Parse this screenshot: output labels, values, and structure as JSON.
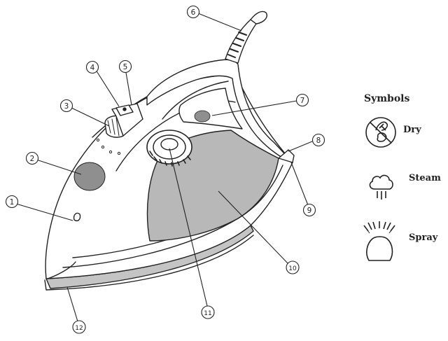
{
  "callouts": [
    {
      "id": "1",
      "label": "1"
    },
    {
      "id": "2",
      "label": "2"
    },
    {
      "id": "3",
      "label": "3"
    },
    {
      "id": "4",
      "label": "4"
    },
    {
      "id": "5",
      "label": "5"
    },
    {
      "id": "6",
      "label": "6"
    },
    {
      "id": "7",
      "label": "7"
    },
    {
      "id": "8",
      "label": "8"
    },
    {
      "id": "9",
      "label": "9"
    },
    {
      "id": "10",
      "label": "10"
    },
    {
      "id": "11",
      "label": "11"
    },
    {
      "id": "12",
      "label": "12"
    }
  ],
  "symbols": {
    "title": "Symbols",
    "dry_label": "Dry",
    "steam_label": "Steam",
    "spray_label": "Spray"
  },
  "colors": {
    "line": "#222222",
    "gray_fill": "#b5b5b5",
    "dark_gray_fill": "#8f8f8f",
    "background": "#ffffff"
  }
}
